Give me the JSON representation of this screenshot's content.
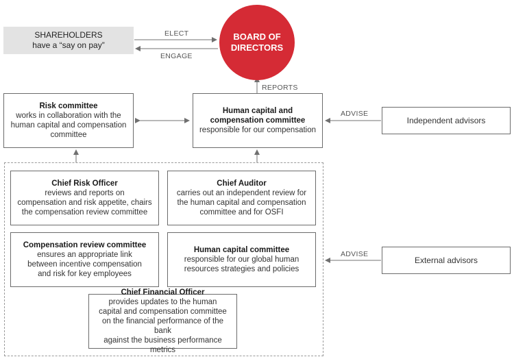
{
  "colors": {
    "board": "#d52b35",
    "shareholders_bg": "#e3e3e3",
    "connector": "#707070"
  },
  "shareholders": {
    "line1": "SHAREHOLDERS",
    "line2": "have a “say on pay”"
  },
  "board": {
    "line1": "BOARD OF",
    "line2": "DIRECTORS"
  },
  "labels": {
    "elect": "ELECT",
    "engage": "ENGAGE",
    "reports": "REPORTS",
    "advise_top": "ADVISE",
    "advise_bottom": "ADVISE"
  },
  "risk_committee": {
    "title": "Risk committee",
    "desc": [
      "works in collaboration with the",
      "human capital and compensation",
      "committee"
    ]
  },
  "hcc_committee": {
    "title": [
      "Human capital and",
      "compensation committee"
    ],
    "desc": "responsible for our compensation"
  },
  "independent_advisors": "Independent advisors",
  "external_advisors": "External advisors",
  "chief_risk_officer": {
    "title": "Chief Risk Officer",
    "desc": [
      "reviews and reports on",
      "compensation and risk appetite, chairs",
      "the compensation review committee"
    ]
  },
  "chief_auditor": {
    "title": "Chief Auditor",
    "desc": [
      "carries out an independent review for",
      "the human capital and compensation",
      "committee and for OSFI"
    ]
  },
  "compensation_review_committee": {
    "title": "Compensation review committee",
    "desc": [
      "ensures an appropriate link",
      "between incentive compensation",
      "and risk for key employees"
    ]
  },
  "human_capital_committee": {
    "title": "Human capital committee",
    "desc": [
      "responsible for our global human",
      "resources strategies and policies"
    ]
  },
  "chief_financial_officer": {
    "title": "Chief Financial Officer",
    "desc": [
      "provides updates to the human",
      "capital and compensation committee",
      "on the financial performance of the bank",
      "against the business performance metrics"
    ]
  }
}
